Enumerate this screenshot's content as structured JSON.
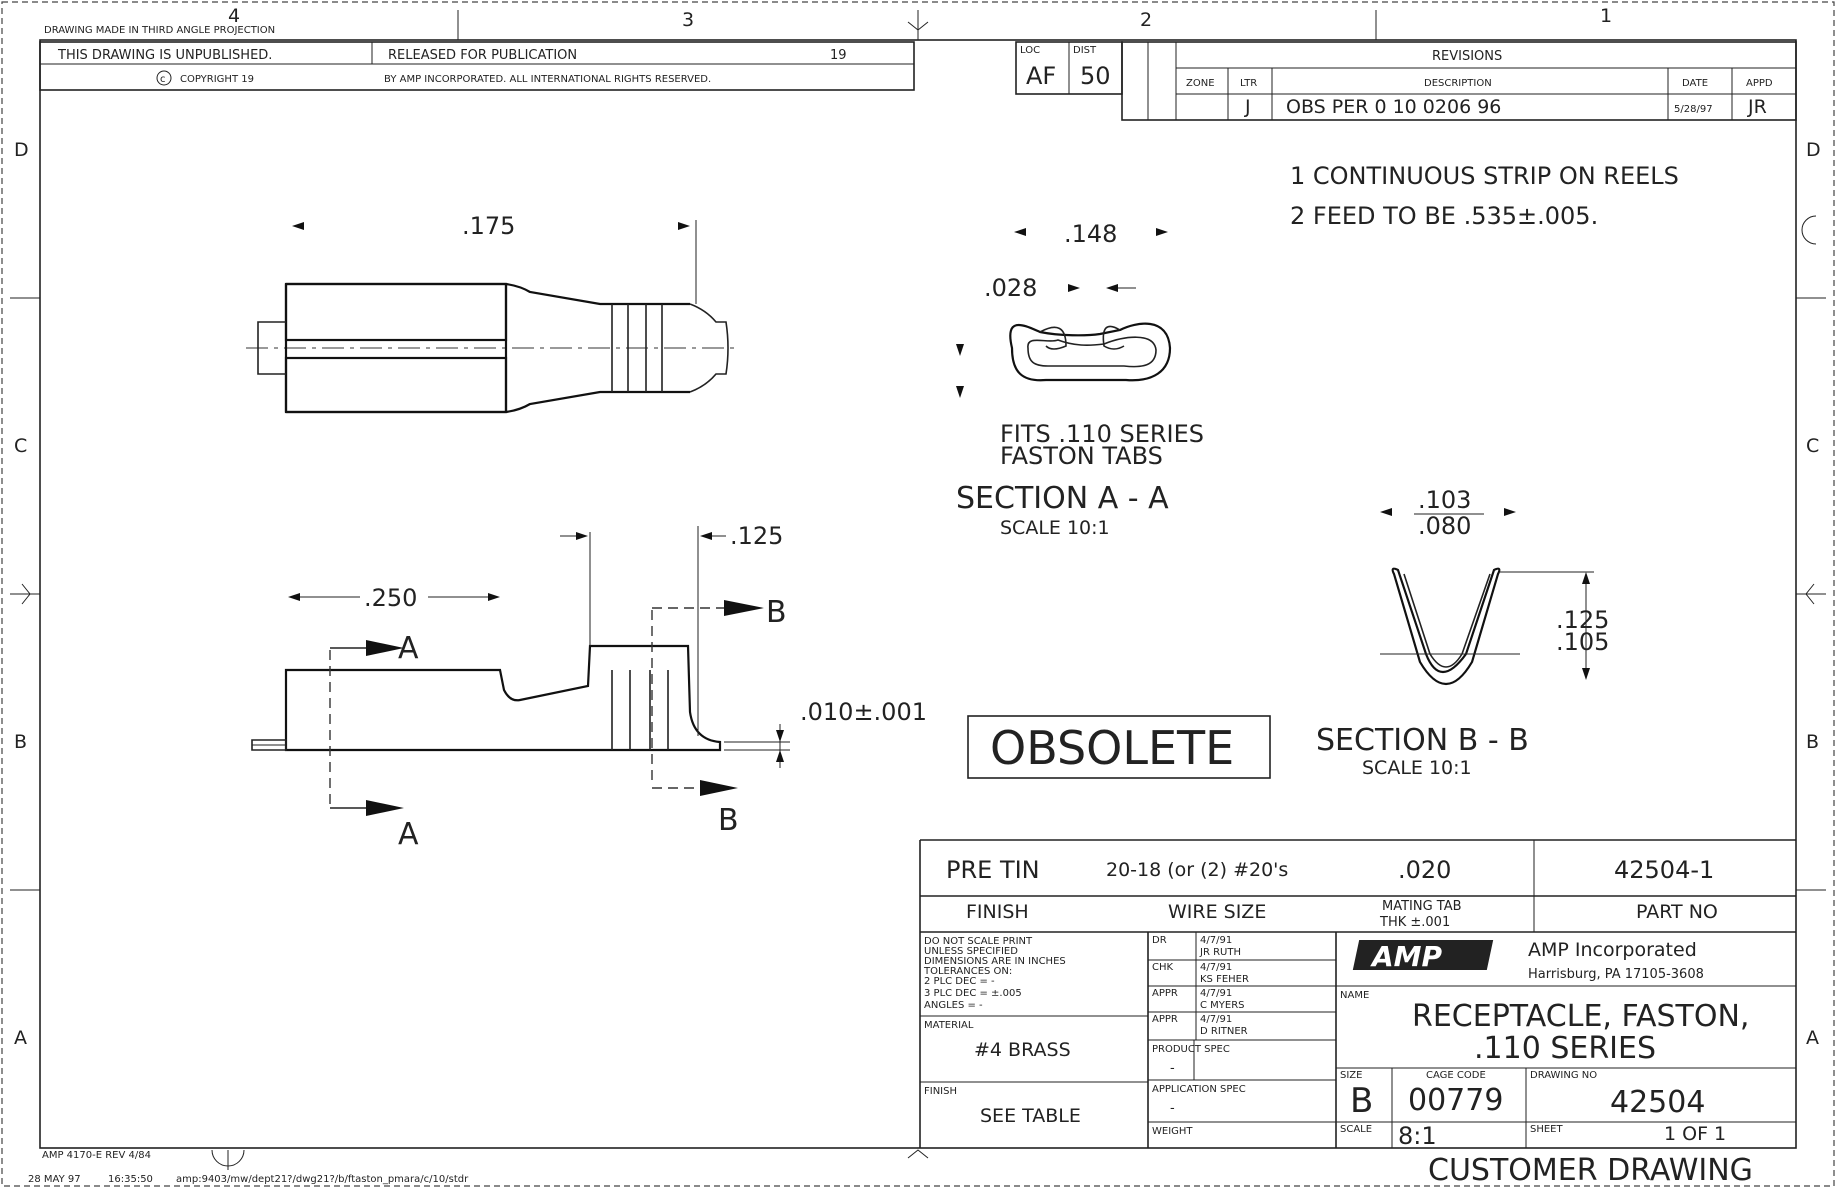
{
  "sheet": {
    "zones_top": [
      "4",
      "3",
      "2",
      "1"
    ],
    "zones_side": [
      "D",
      "C",
      "B",
      "A"
    ],
    "projection_note": "DRAWING MADE IN THIRD ANGLE PROJECTION",
    "unpublished_note": "THIS DRAWING IS UNPUBLISHED.",
    "release_note": "RELEASED FOR PUBLICATION",
    "release_year": "19",
    "copyright_note": "COPYRIGHT 19",
    "rights_note": "BY AMP INCORPORATED. ALL INTERNATIONAL RIGHTS RESERVED.",
    "form_id": "AMP 4170-E REV 4/84",
    "print_date": "28 MAY 97",
    "print_time": "16:35:50",
    "file_path": "amp:9403/mw/dept21?/dwg21?/b/ftaston_pmara/c/10/stdr",
    "customer_drawing": "CUSTOMER DRAWING"
  },
  "loc_block": {
    "loc_label": "LOC",
    "loc_value": "AF",
    "dist_label": "DIST",
    "dist_value": "50"
  },
  "revisions": {
    "title": "REVISIONS",
    "headers": [
      "ZONE",
      "LTR",
      "DESCRIPTION",
      "DATE",
      "APPD"
    ],
    "rows": [
      {
        "zone": "",
        "ltr": "J",
        "description": "OBS PER 0 10 0206 96",
        "date": "5/28/97",
        "appd": "JR"
      }
    ]
  },
  "notes": [
    "1  CONTINUOUS STRIP ON REELS",
    "2  FEED TO BE .535±.005."
  ],
  "dimensions": {
    "top_length": ".175",
    "side_length": ".250",
    "side_right": ".125",
    "thickness": ".010±.001",
    "section_a_width": ".148",
    "section_a_gap": ".028",
    "section_b_width_top": ".103",
    "section_b_width_bottom": ".080",
    "section_b_height_top": ".125",
    "section_b_height_bottom": ".105"
  },
  "section_marks": {
    "a": "A",
    "b": "B"
  },
  "section_a": {
    "fits_line1": "FITS .110 SERIES",
    "fits_line2": "FASTON TABS",
    "title": "SECTION A - A",
    "scale": "SCALE 10:1"
  },
  "section_b": {
    "title": "SECTION B - B",
    "scale": "SCALE 10:1"
  },
  "stamp": "OBSOLETE",
  "table": {
    "finish": "PRE TIN",
    "wire_size": "20-18 (or (2) #20's",
    "mating_tab": ".020",
    "part_no": "42504-1",
    "headers": {
      "finish": "FINISH",
      "wire_size": "WIRE SIZE",
      "mating_tab_1": "MATING TAB",
      "mating_tab_2": "THK ±.001",
      "part_no": "PART NO"
    }
  },
  "title_block": {
    "tolerance_lines": [
      "DO NOT SCALE PRINT",
      "UNLESS SPECIFIED",
      "DIMENSIONS ARE IN INCHES",
      "TOLERANCES ON:",
      "2 PLC DEC = -",
      "3 PLC DEC = ±.005",
      "ANGLES = -"
    ],
    "material_label": "MATERIAL",
    "material_value": "#4  BRASS",
    "finish_label": "FINISH",
    "finish_value": "SEE TABLE",
    "signoffs": [
      {
        "role": "DR",
        "date": "4/7/91",
        "name": "JR RUTH"
      },
      {
        "role": "CHK",
        "date": "4/7/91",
        "name": "KS FEHER"
      },
      {
        "role": "APPR",
        "date": "4/7/91",
        "name": "C MYERS"
      },
      {
        "role": "APPR",
        "date": "4/7/91",
        "name": "D RITNER"
      }
    ],
    "product_spec_label": "PRODUCT SPEC",
    "product_spec_value": "-",
    "application_spec_label": "APPLICATION SPEC",
    "application_spec_value": "-",
    "weight_label": "WEIGHT",
    "company_logo": "AMP",
    "company_name": "AMP Incorporated",
    "company_address": "Harrisburg, PA 17105-3608",
    "name_label": "NAME",
    "name_line1": "RECEPTACLE, FASTON,",
    "name_line2": ".110 SERIES",
    "size_label": "SIZE",
    "size_value": "B",
    "cage_label": "CAGE CODE",
    "cage_value": "00779",
    "drawing_no_label": "DRAWING NO",
    "drawing_no_value": "42504",
    "scale_label": "SCALE",
    "scale_value": "8:1",
    "sheet_label": "SHEET",
    "sheet_value": "1 OF 1"
  }
}
